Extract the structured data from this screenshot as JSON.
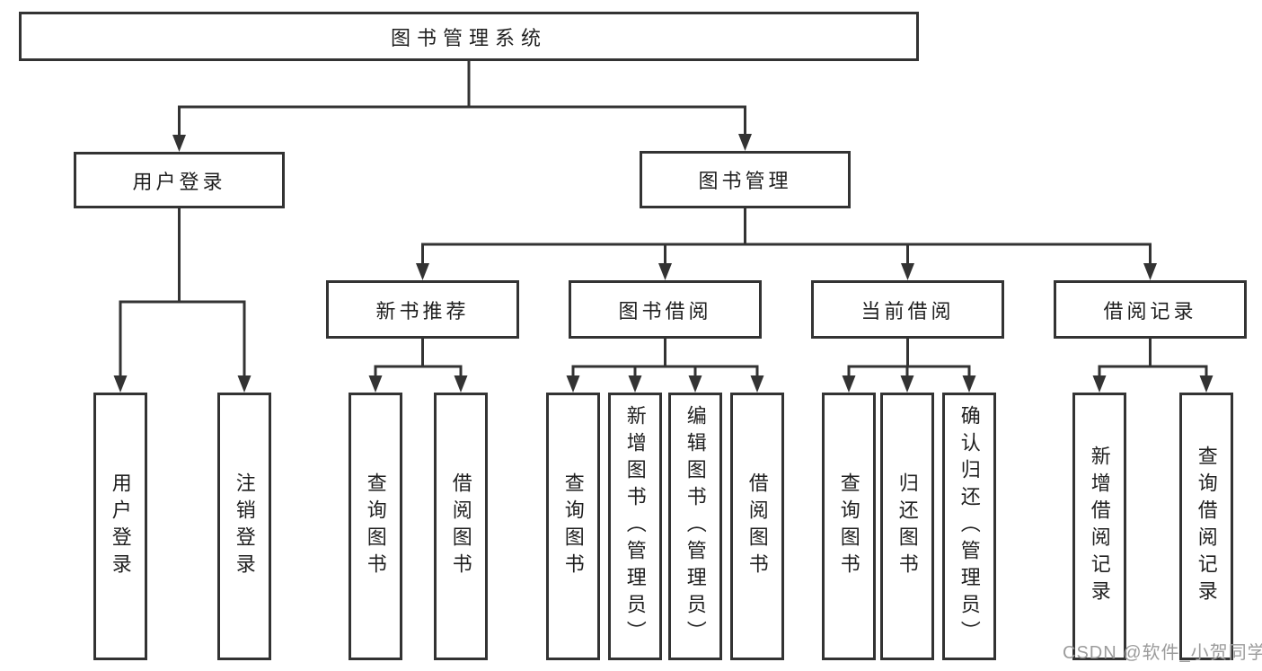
{
  "diagram": {
    "root": {
      "label": "图书管理系统"
    },
    "branches": [
      {
        "label": "用户登录",
        "leaves": [
          "用户登录",
          "注销登录"
        ]
      },
      {
        "label": "图书管理",
        "children": [
          {
            "label": "新书推荐",
            "leaves": [
              "查询图书",
              "借阅图书"
            ]
          },
          {
            "label": "图书借阅",
            "leaves": [
              "查询图书",
              "新增图书（管理员）",
              "编辑图书（管理员）",
              "借阅图书"
            ]
          },
          {
            "label": "当前借阅",
            "leaves": [
              "查询图书",
              "归还图书",
              "确认归还（管理员）"
            ]
          },
          {
            "label": "借阅记录",
            "leaves": [
              "新增借阅记录",
              "查询借阅记录"
            ]
          }
        ]
      }
    ]
  },
  "watermark": {
    "text": "CSDN @软件_小贺同学"
  },
  "colors": {
    "line": "#333333",
    "box_border": "#333333",
    "box_fill": "#ffffff",
    "text": "#1f1f1f",
    "watermark": "#9c9c9c"
  }
}
